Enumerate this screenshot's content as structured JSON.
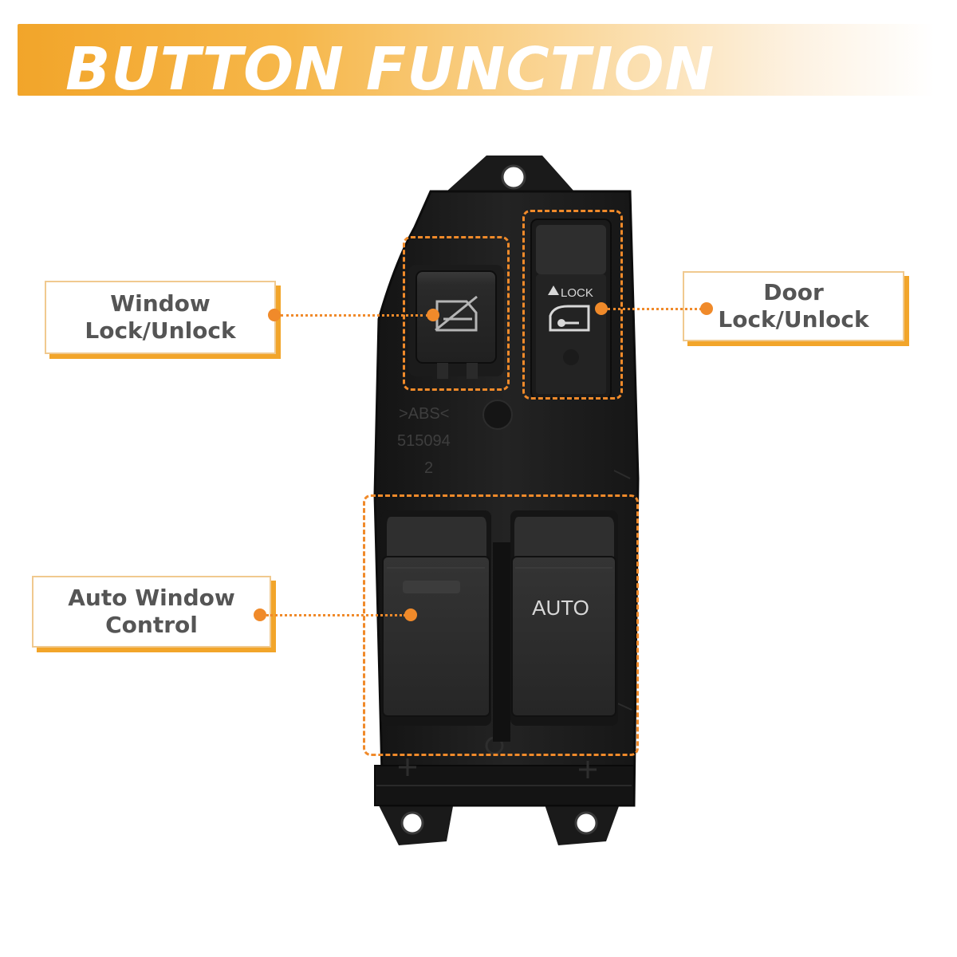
{
  "header": {
    "title": "BUTTON FUNCTION"
  },
  "callouts": {
    "window_lock": {
      "line1": "Window",
      "line2": "Lock/Unlock"
    },
    "door_lock": {
      "line1": "Door",
      "line2": "Lock/Unlock"
    },
    "auto_window": {
      "line1": "Auto Window",
      "line2": "Control"
    }
  },
  "product": {
    "lock_label": "LOCK",
    "auto_label": "AUTO",
    "molding_line1": ">ABS<",
    "molding_line2": "515094",
    "molding_line3": "2"
  },
  "colors": {
    "accent_orange": "#f08a2a",
    "banner_orange": "#f2a52a",
    "label_text": "#555555",
    "switch_body": "#1c1c1c"
  },
  "icons": [
    "window-lock-icon",
    "door-lock-icon",
    "triangle-up-icon"
  ]
}
